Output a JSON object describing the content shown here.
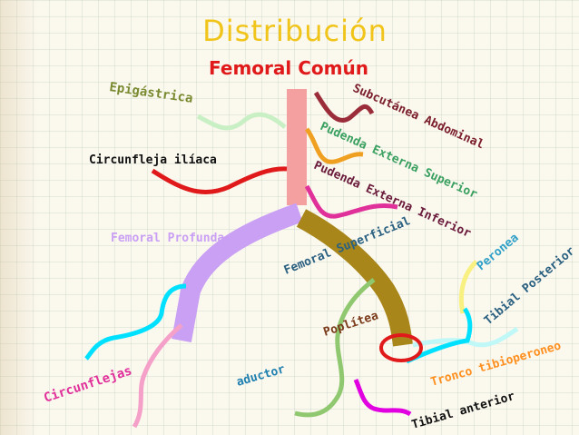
{
  "title": "Distribución",
  "subtitle": "Femoral Común",
  "labels": {
    "epigastrica": "Epigástrica",
    "subcutanea": "Subcutánea Abdominal",
    "circunfleja_iliaca": "Circunfleja ilíaca",
    "pudenda_superior": "Pudenda Externa Superior",
    "pudenda_inferior": "Pudenda Externa Inferior",
    "femoral_profunda": "Femoral Profunda",
    "femoral_superficial": "Femoral Superficial",
    "peronea": "Peronea",
    "tibial_posterior": "Tibial Posterior",
    "poplitea": "Poplítea",
    "tronco": "Tronco tibioperoneo",
    "aductor": "aductor",
    "circunflejas": "Circunflejas",
    "tibial_anterior": "Tibial anterior"
  },
  "colors": {
    "title": "#f0c419",
    "subtitle": "#e01a1a",
    "femoral_comun": "#f4a0a0",
    "femoral_profunda": "#c9a0f4",
    "femoral_superficial": "#a8861a",
    "subcutanea": "#9b2d3a",
    "epigastrica": "#c8f0c4",
    "circunfleja_iliaca": "#e01a1a",
    "pudenda_superior": "#f0a020",
    "pudenda_inferior": "#e0309a",
    "circunflejas_cyan": "#00e0ff",
    "circunflejas_pink": "#f4a0c8",
    "poplitea": "#90c870",
    "peronea": "#f8f080",
    "tibial_posterior": "#c0f8f8",
    "tronco": "#ff9020",
    "tibial_anterior": "#e000e0",
    "aductor": "#2080b0"
  }
}
